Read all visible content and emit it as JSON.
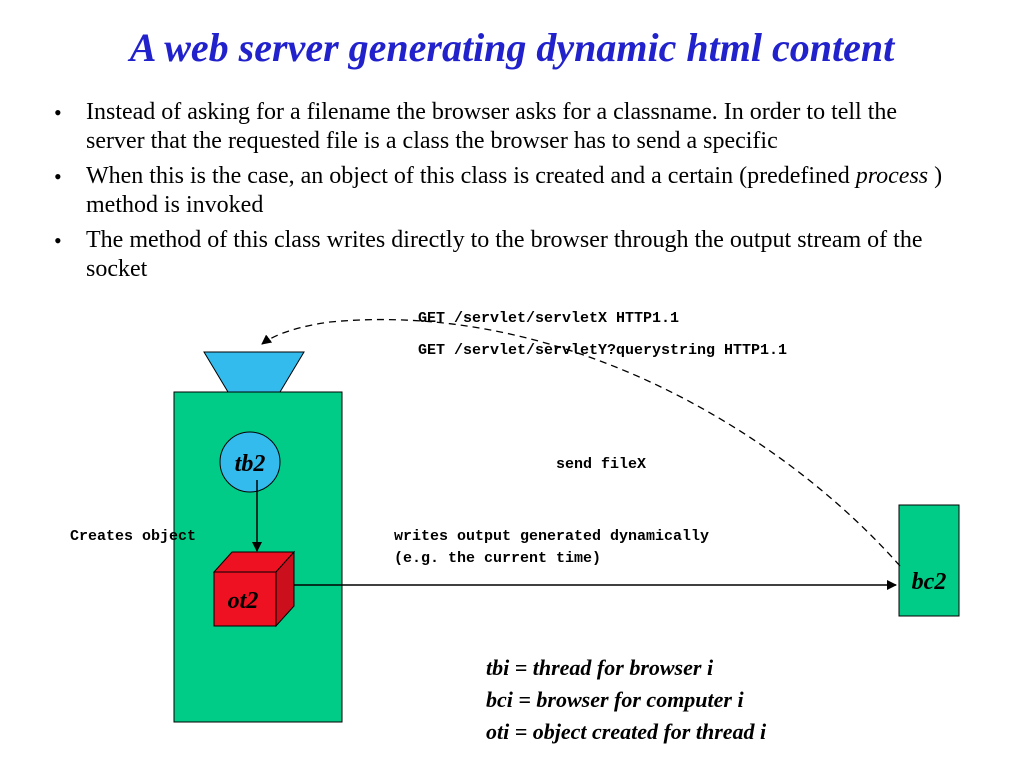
{
  "title": "A web server generating dynamic html content",
  "bullets": {
    "b1": "Instead of asking for a filename the browser asks for a classname. In order to tell the server that the requested file is a class the browser has to send a specific",
    "b2_pre": "When this is the case, an object of this class is created and a certain (predefined ",
    "b2_em": "process",
    "b2_post": " ) method is invoked",
    "b3": "The method of this class writes directly to the browser through the output stream of the socket",
    "marker": "•"
  },
  "diagram": {
    "request_1": "GET /servlet/servletX HTTP1.1",
    "request_2": "GET /servlet/servletY?querystring HTTP1.1",
    "send_file": "send fileX",
    "creates_object": "Creates object",
    "writes_output_1": "writes output generated dynamically",
    "writes_output_2": "(e.g. the current time)",
    "thread_label": "tb2",
    "object_label": "ot2",
    "browser_label": "bc2"
  },
  "legend": {
    "line1": "tbi = thread for browser i",
    "line2": "bci = browser for computer i",
    "line3": "oti = object created for thread i"
  },
  "colors": {
    "title": "#2222cc",
    "server": "#00cc88",
    "funnel": "#33bbee",
    "thread": "#33bbee",
    "object": "#ee1122",
    "browser": "#00cc88"
  }
}
